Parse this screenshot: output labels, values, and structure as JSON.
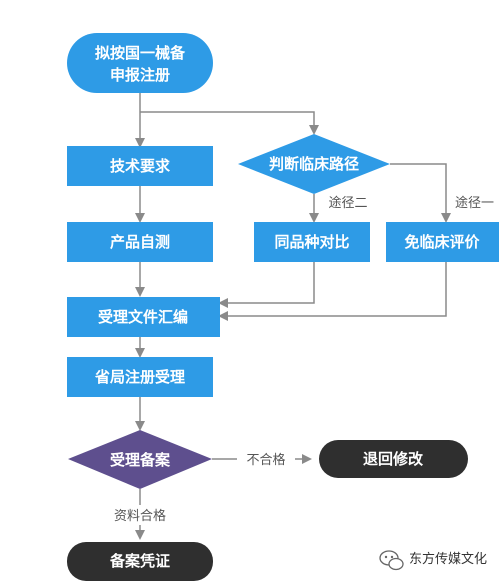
{
  "nodes": {
    "start_line1": "拟按国一械备",
    "start_line2": "申报注册",
    "tech_requirements": "技术要求",
    "product_self_test": "产品自测",
    "judge_clinical_path": "判断临床路径",
    "same_variety_compare": "同品种对比",
    "exempt_clinical_eval": "免临床评价",
    "compile_documents": "受理文件汇编",
    "provincial_bureau_accept": "省局注册受理",
    "accept_filing": "受理备案",
    "return_modify": "退回修改",
    "filing_certificate": "备案凭证"
  },
  "edge_labels": {
    "path_two": "途径二",
    "path_one": "途径一",
    "not_qualified": "不合格",
    "docs_qualified": "资料合格"
  },
  "watermark": {
    "text": "东方传媒文化"
  },
  "colors": {
    "blue": "#2e9be6",
    "purple": "#5e4f8e",
    "dark": "#2f2f2f",
    "line": "#8a8a8a"
  }
}
